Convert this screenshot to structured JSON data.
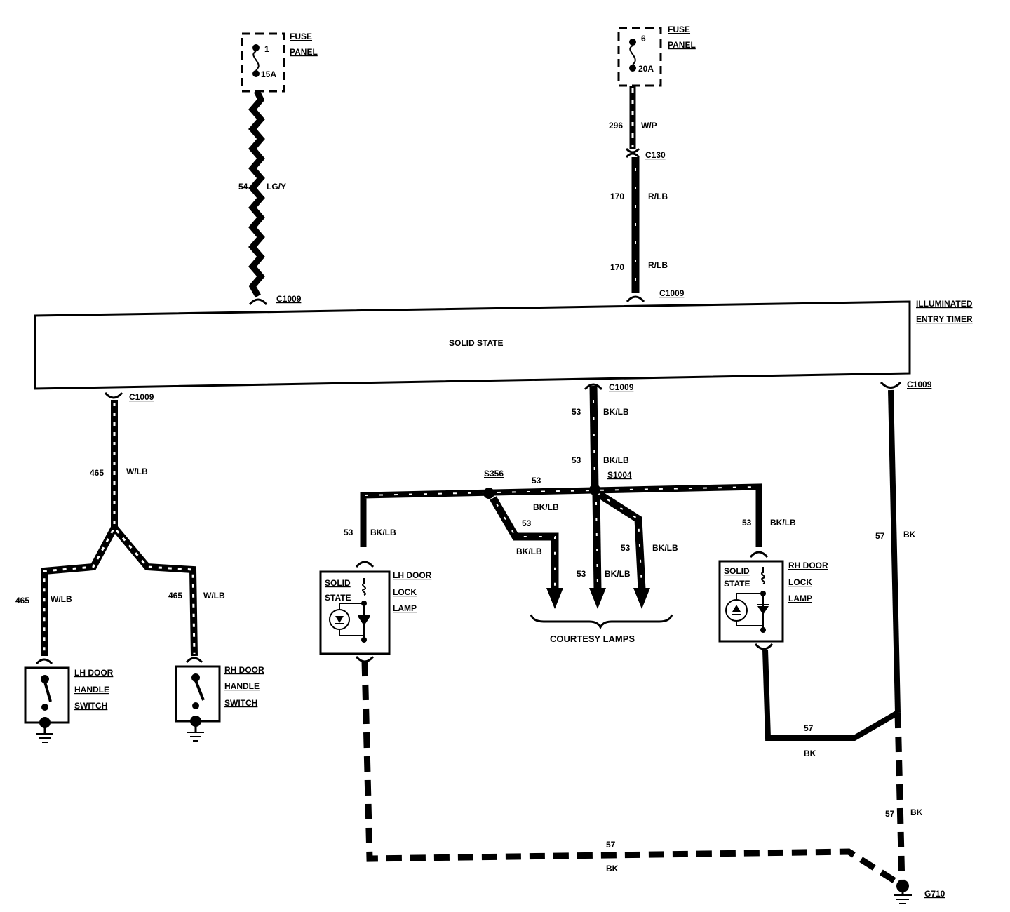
{
  "fuse_left": {
    "number": "1",
    "rating": "15A",
    "label_line1": "FUSE",
    "label_line2": "PANEL"
  },
  "fuse_right": {
    "number": "6",
    "rating": "20A",
    "label_line1": "FUSE",
    "label_line2": "PANEL"
  },
  "wires": {
    "w54": {
      "circuit": "54",
      "color": "LG/Y"
    },
    "w296": {
      "circuit": "296",
      "color": "W/P"
    },
    "w170a": {
      "circuit": "170",
      "color": "R/LB"
    },
    "w170b": {
      "circuit": "170",
      "color": "R/LB"
    },
    "w465_main": {
      "circuit": "465",
      "color": "W/LB"
    },
    "w465_left": {
      "circuit": "465",
      "color": "W/LB"
    },
    "w465_right": {
      "circuit": "465",
      "color": "W/LB"
    },
    "w53_a": {
      "circuit": "53",
      "color": "BK/LB"
    },
    "w53_b": {
      "circuit": "53",
      "color": "BK/LB"
    },
    "w53_top_mid": {
      "circuit": "53",
      "color": "BK/LB"
    },
    "w53_left_drop": {
      "circuit": "53",
      "color": "BK/LB"
    },
    "w53_lamp1": {
      "circuit": "53",
      "color": "BK/LB"
    },
    "w53_lamp2": {
      "circuit": "53",
      "color": "BK/LB"
    },
    "w53_lamp3": {
      "circuit": "53",
      "color": "BK/LB"
    },
    "w53_right_drop": {
      "circuit": "53",
      "color": "BK/LB"
    },
    "w57_right": {
      "circuit": "57",
      "color": "BK"
    },
    "w57_mid": {
      "circuit": "57",
      "color": "BK"
    },
    "w57_ground": {
      "circuit": "57",
      "color": "BK"
    },
    "w57_bottom": {
      "circuit": "57",
      "color": "BK"
    }
  },
  "connectors": {
    "c130": "C130",
    "c1009_top_left": "C1009",
    "c1009_top_right": "C1009",
    "c1009_bottom_left": "C1009",
    "c1009_bottom_mid": "C1009",
    "c1009_bottom_right": "C1009"
  },
  "splices": {
    "s356": "S356",
    "s1004": "S1004"
  },
  "timer": {
    "name_line1": "ILLUMINATED",
    "name_line2": "ENTRY TIMER",
    "body": "SOLID STATE"
  },
  "lh_lock_lamp": {
    "solid_line1": "SOLID",
    "solid_line2": "STATE",
    "line1": "LH DOOR",
    "line2": "LOCK",
    "line3": "LAMP"
  },
  "rh_lock_lamp": {
    "solid_line1": "SOLID",
    "solid_line2": "STATE",
    "line1": "RH DOOR",
    "line2": "LOCK",
    "line3": "LAMP"
  },
  "lh_switch": {
    "line1": "LH DOOR",
    "line2": "HANDLE",
    "line3": "SWITCH"
  },
  "rh_switch": {
    "line1": "RH DOOR",
    "line2": "HANDLE",
    "line3": "SWITCH"
  },
  "courtesy_lamps": "COURTESY LAMPS",
  "ground": "G710",
  "colors": {
    "ink": "#000000",
    "paper": "#ffffff"
  }
}
